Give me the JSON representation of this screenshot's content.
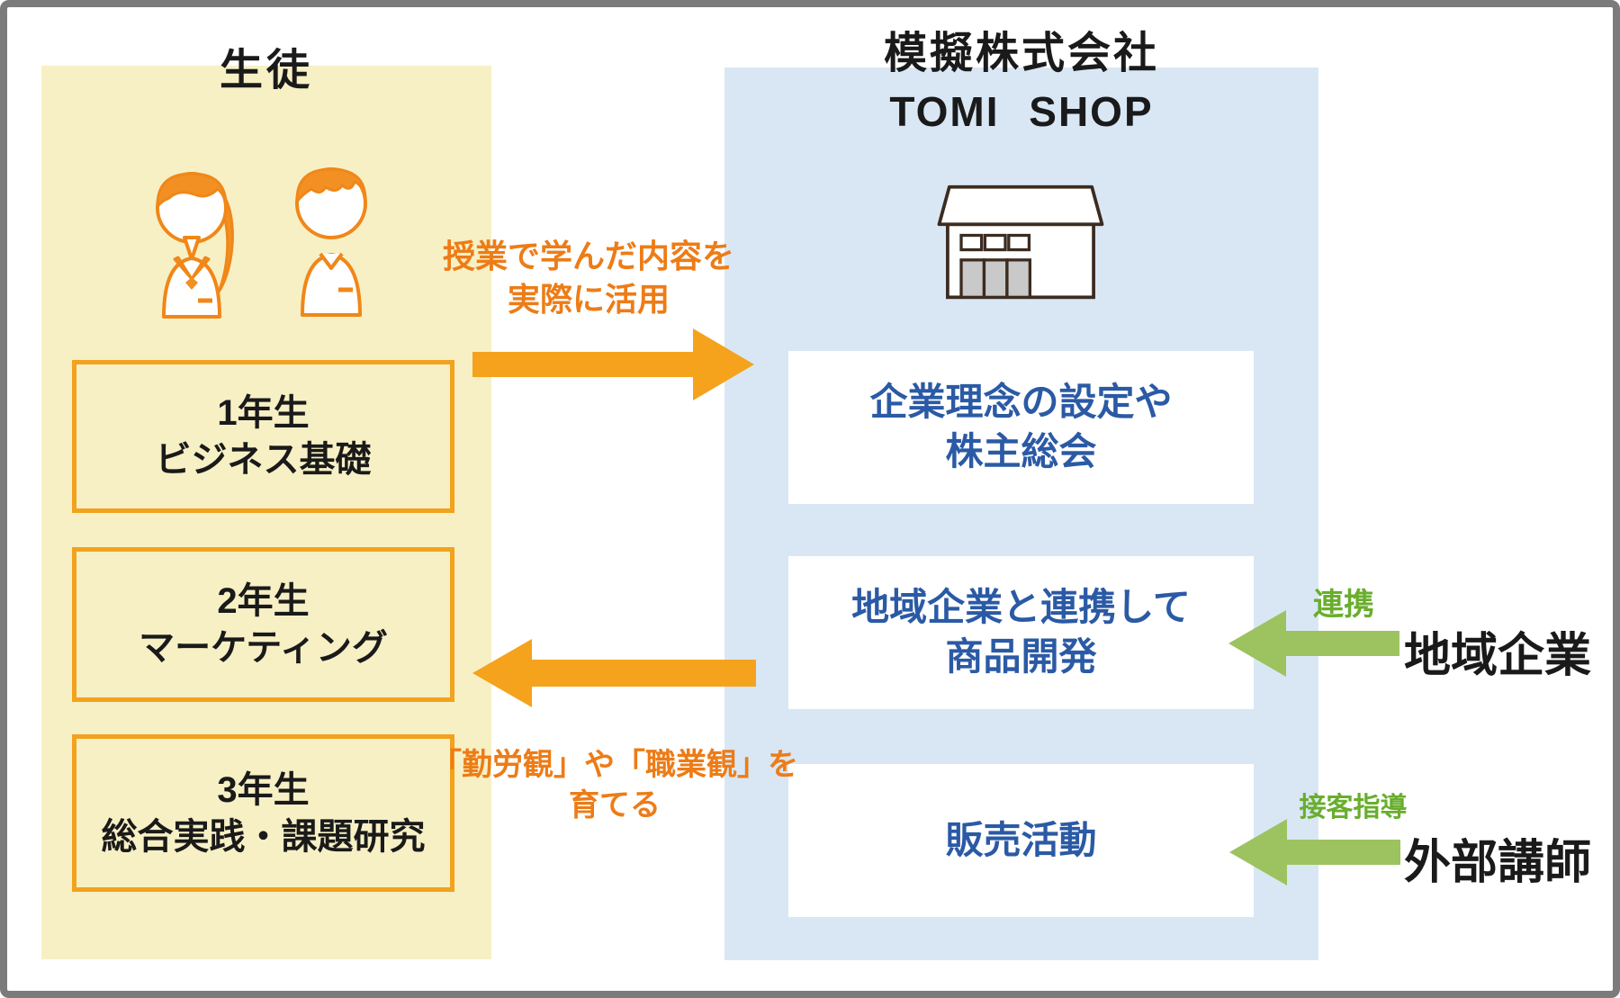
{
  "students": {
    "title": "生徒",
    "grades": [
      {
        "line1": "1年生",
        "line2": "ビジネス基礎"
      },
      {
        "line1": "2年生",
        "line2": "マーケティング"
      },
      {
        "line1": "3年生",
        "line2": "総合実践・課題研究"
      }
    ]
  },
  "company": {
    "title_line1": "模擬株式会社",
    "title_line2": "TOMI SHOP",
    "activities": [
      {
        "line1": "企業理念の設定や",
        "line2": "株主総会"
      },
      {
        "line1": "地域企業と連携して",
        "line2": "商品開発"
      },
      {
        "line1": "販売活動",
        "line2": ""
      }
    ]
  },
  "flows": {
    "to_company": {
      "line1": "授業で学んだ内容を",
      "line2": "実際に活用"
    },
    "to_students": {
      "line1": "「勤労観」や「職業観」を",
      "line2": "育てる"
    }
  },
  "partners": [
    {
      "arrow_label": "連携",
      "name": "地域企業"
    },
    {
      "arrow_label": "接客指導",
      "name": "外部講師"
    }
  ],
  "icons": {
    "girl": "student-girl-icon",
    "boy": "student-boy-icon",
    "store": "store-icon"
  },
  "colors": {
    "panel_yellow": "#f7f0c5",
    "panel_blue": "#d9e7f5",
    "orange_arrow": "#f5a31c",
    "orange_border": "#f2a21d",
    "orange_text": "#ed7c17",
    "green_arrow": "#9cc360",
    "green_text": "#69ae2d",
    "blue_text": "#2b5aa5",
    "black_text": "#1a1a1a",
    "frame_border": "#7b7b7b"
  }
}
